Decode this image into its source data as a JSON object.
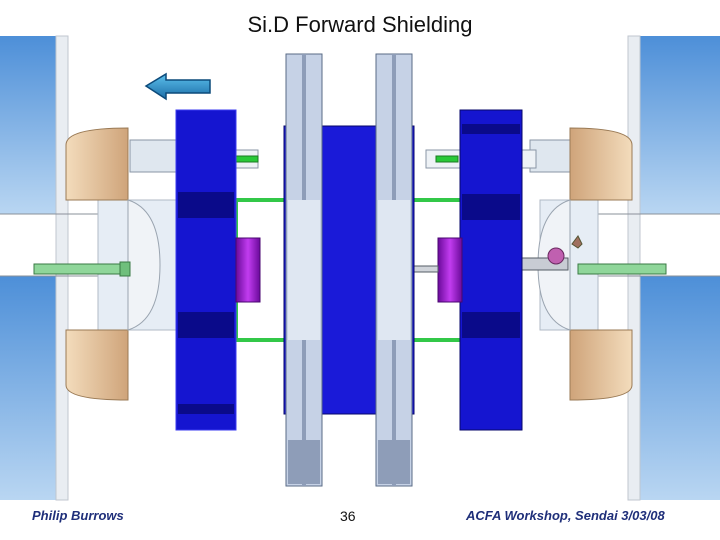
{
  "slide": {
    "title": "Si.D Forward Shielding",
    "footer_left": "Philip Burrows",
    "footer_center": "36",
    "footer_right": "ACFA Workshop, Sendai   3/03/08"
  },
  "colors": {
    "detector_blue": "#1515d0",
    "tube_green": "#7fd08a",
    "beam_green": "#28c838",
    "magnet_purple": "#9a14c8",
    "shield_tan": "#e8c9a0",
    "arrow_blue": "#2a90c8"
  }
}
